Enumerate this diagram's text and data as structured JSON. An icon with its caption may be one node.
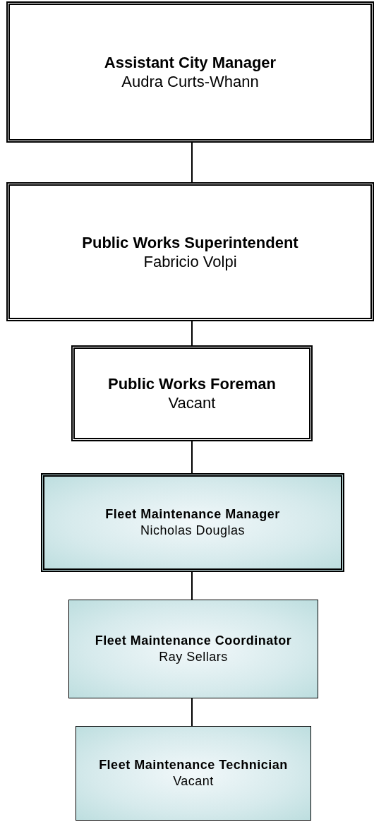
{
  "diagram": {
    "nodes": [
      {
        "text": [
          "Assistant City Manager",
          "Audra Curts-Whann"
        ]
      },
      {
        "text": [
          "Public Works Superintendent",
          "Fabricio Volpi"
        ]
      },
      {
        "text": [
          "Public Works Foreman",
          "Vacant"
        ]
      },
      {
        "text": [
          "Fleet Maintenance Manager",
          "Nicholas Douglas"
        ]
      },
      {
        "text": [
          "Fleet Maintenance Coordinator",
          "Ray Sellars"
        ]
      },
      {
        "text": [
          "Fleet Maintenance Technician",
          "Vacant"
        ]
      }
    ],
    "edges": [
      {
        "from": 0,
        "to": 1,
        "arrow": "none"
      },
      {
        "from": 1,
        "to": 2,
        "arrow": "none"
      },
      {
        "from": 2,
        "to": 3,
        "arrow": "none"
      },
      {
        "from": 3,
        "to": 4,
        "arrow": "none"
      },
      {
        "from": 4,
        "to": 5,
        "arrow": "none"
      }
    ]
  }
}
